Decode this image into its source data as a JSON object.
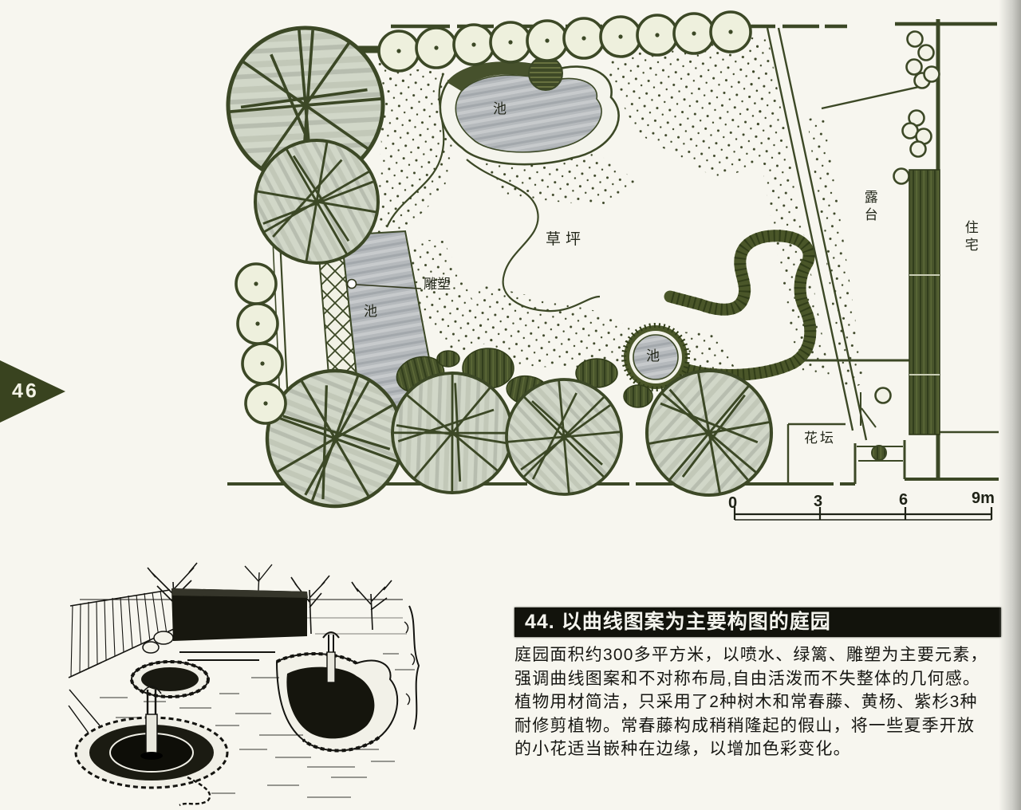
{
  "page": {
    "number": "46"
  },
  "plan": {
    "labels": {
      "pond_top": "池",
      "pond_left": "池",
      "pond_small": "池",
      "lawn": "草坪",
      "sculpture": "雕塑",
      "terrace": "露台",
      "house": "住宅",
      "flower_bed": "花坛"
    },
    "scale": {
      "t0": "0",
      "t3": "3",
      "t6": "6",
      "t9": "9m"
    }
  },
  "article": {
    "heading": "44. 以曲线图案为主要构图的庭园",
    "body": [
      "庭园面积约300多平方米，以喷水、绿篱、雕塑为主要元素，",
      "强调曲线图案和不对称布局,自由活泼而不失整体的几何感。",
      "植物用材简洁，只采用了2种树木和常春藤、黄杨、紫杉3种",
      "耐修剪植物。常春藤构成稍稍隆起的假山，将一些夏季开放",
      "的小花适当嵌种在边缘，以增加色彩变化。"
    ]
  },
  "colors": {
    "ink": "#3c4826",
    "paper": "#f7f6ef",
    "pond": "#b5b9bc",
    "tree_fill": "#d0d6c7",
    "hedge": "#49552c",
    "header_bg": "#12130c"
  }
}
